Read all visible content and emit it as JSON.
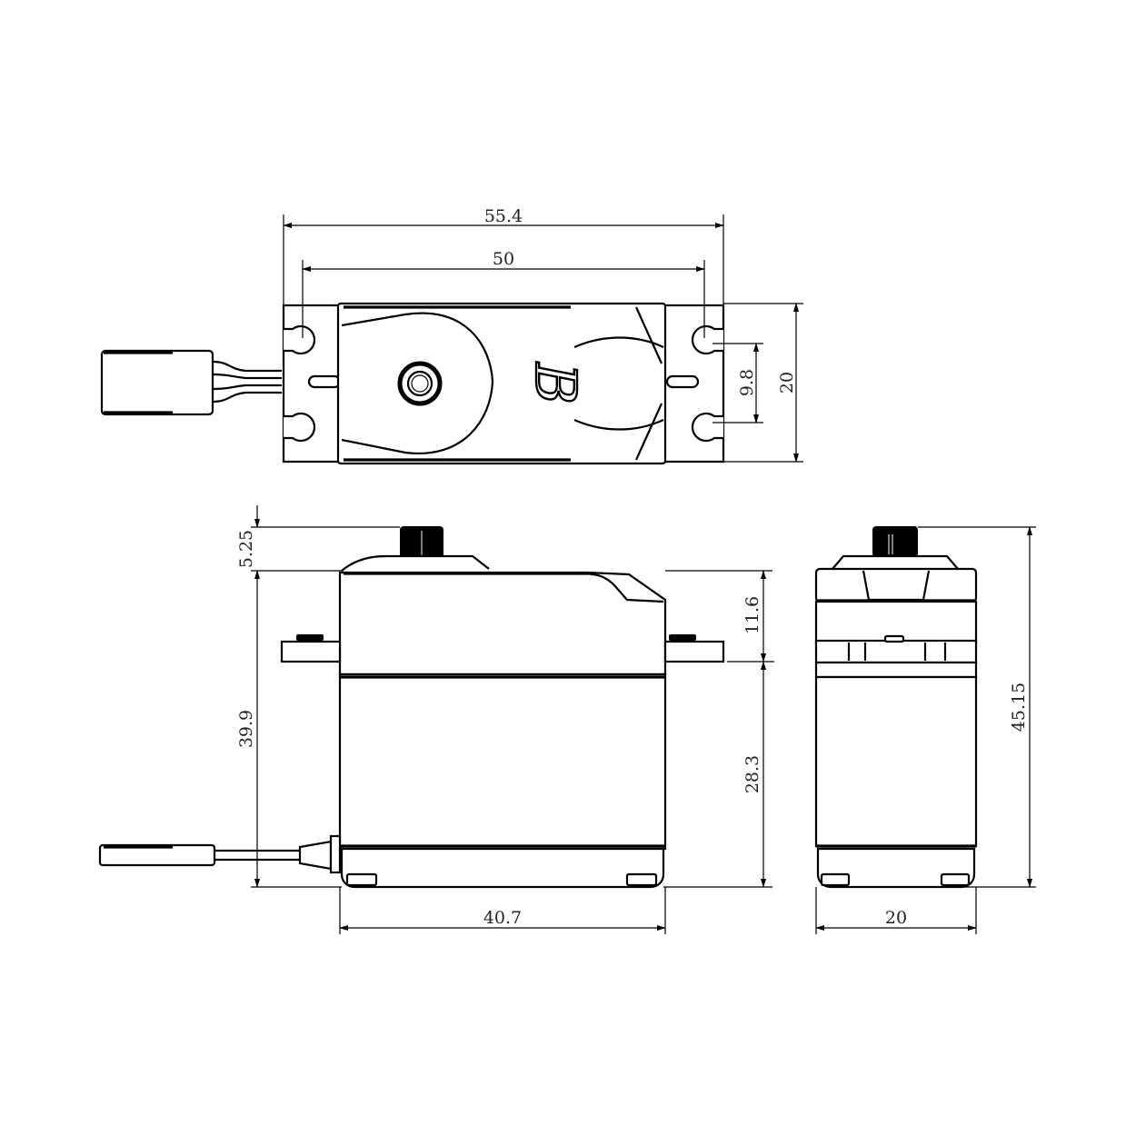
{
  "drawing": {
    "subject": "servo",
    "logo_glyph": "B",
    "colors": {
      "line": "#000000",
      "background": "#ffffff",
      "text": "#222222"
    }
  },
  "top_view": {
    "dimensions": {
      "overall_length": "55.4",
      "hole_spacing_length": "50",
      "hole_spacing_width": "9.8",
      "width": "20"
    }
  },
  "front_view": {
    "dimensions": {
      "output_spline_height": "5.25",
      "top_to_flange": "11.6",
      "body_height": "39.9",
      "flange_to_bottom": "28.3",
      "body_length": "40.7"
    }
  },
  "side_view": {
    "dimensions": {
      "overall_height": "45.15",
      "width": "20"
    }
  }
}
